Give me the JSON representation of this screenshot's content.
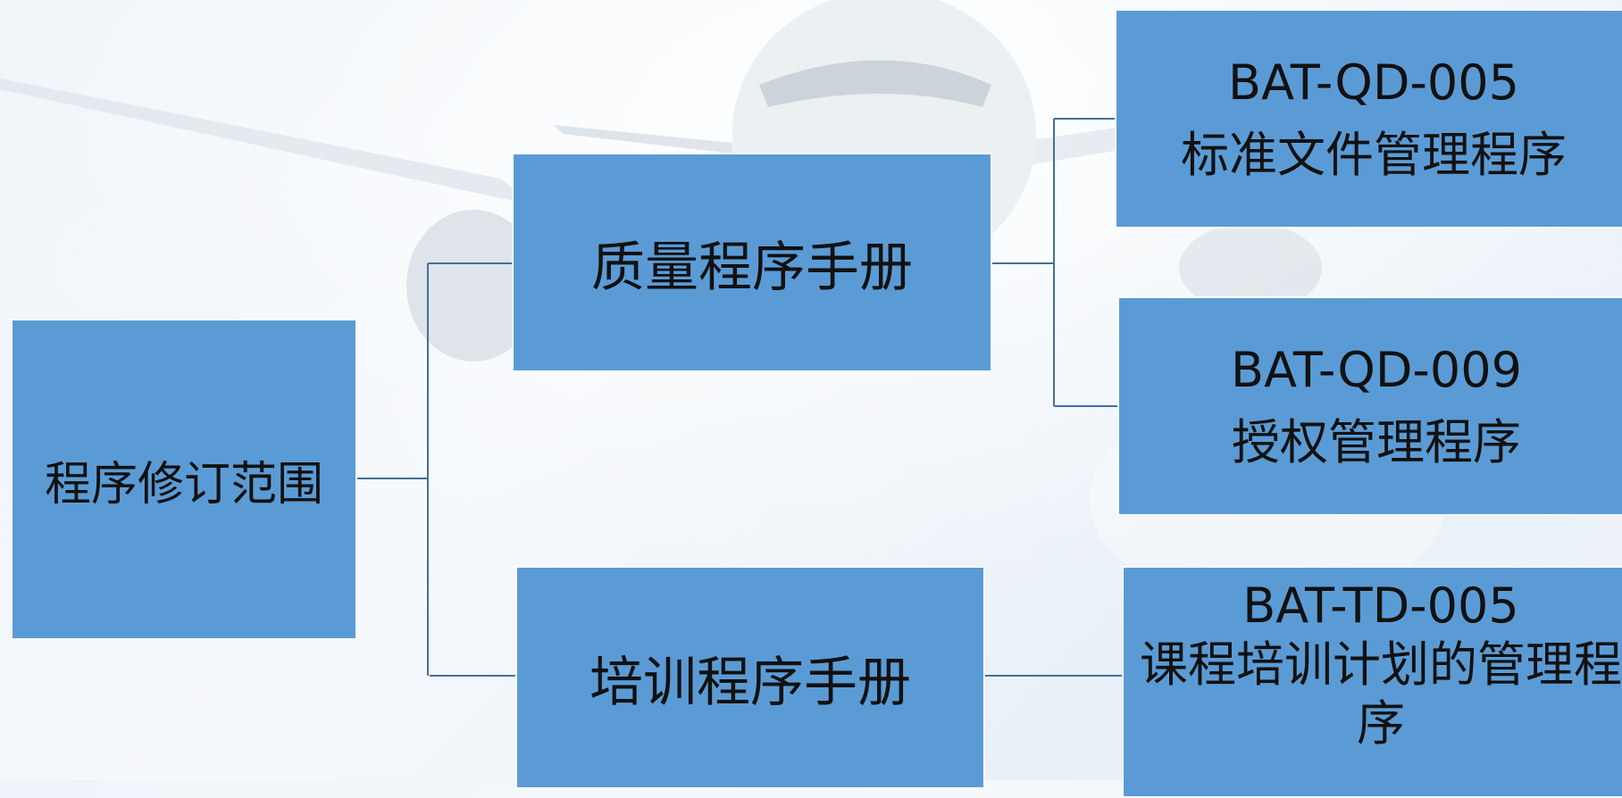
{
  "diagram": {
    "root": {
      "label": "程序修订范围"
    },
    "manuals": [
      {
        "label": "质量程序手册"
      },
      {
        "label": "培训程序手册"
      }
    ],
    "procedures": [
      {
        "code": "BAT-QD-005",
        "title": "标准文件管理程序"
      },
      {
        "code": "BAT-QD-009",
        "title": "授权管理程序"
      },
      {
        "code": "BAT-TD-005",
        "title": "课程培训计划的管理程序"
      }
    ]
  },
  "colors": {
    "box_fill": "#5b9bd5",
    "connector": "#41719c",
    "text": "#111111"
  }
}
